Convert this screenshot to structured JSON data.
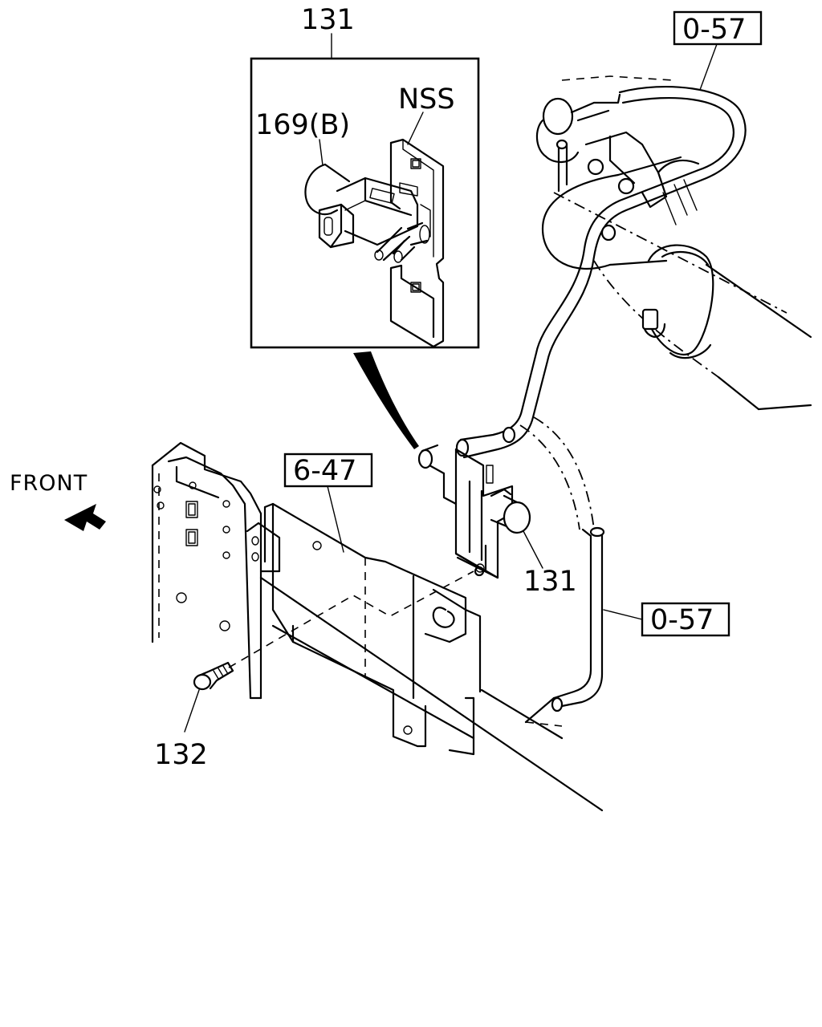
{
  "labels": {
    "part_131_top": "131",
    "part_131_side": "131",
    "part_169b": "169(B)",
    "nss": "NSS",
    "part_132": "132",
    "front": "FRONT"
  },
  "refs": {
    "ref_0_57_top": "0-57",
    "ref_0_57_right": "0-57",
    "ref_6_47": "6-47"
  }
}
